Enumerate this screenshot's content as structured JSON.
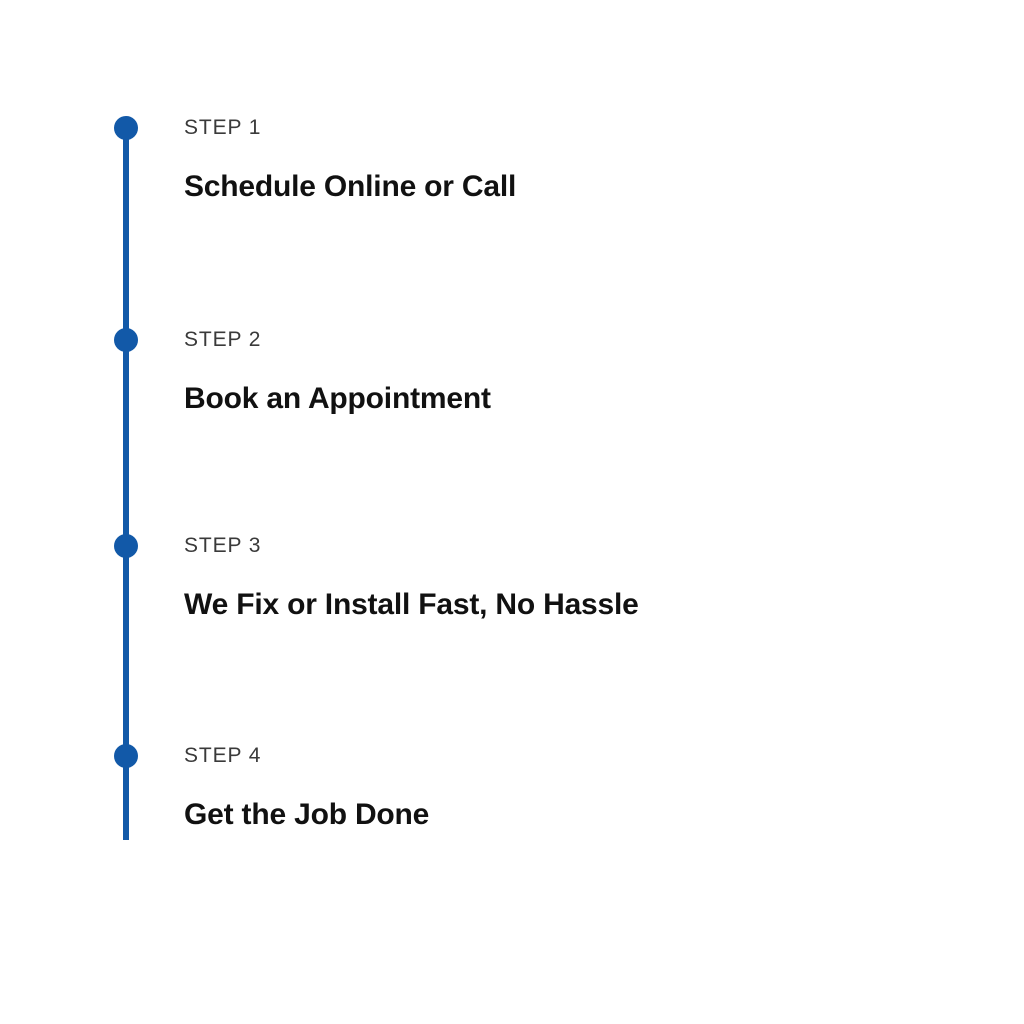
{
  "page": {
    "background_color": "#ffffff",
    "accent_color": "#1259A8",
    "label_color": "#3a3a3a",
    "heading_color": "#111111"
  },
  "timeline": {
    "orientation": "vertical",
    "steps": [
      {
        "label": "STEP 1",
        "heading": "Schedule Online or Call"
      },
      {
        "label": "STEP 2",
        "heading": "Book an Appointment"
      },
      {
        "label": "STEP 3",
        "heading": "We Fix or Install Fast, No Hassle"
      },
      {
        "label": "STEP 4",
        "heading": "Get the Job Done"
      }
    ]
  }
}
